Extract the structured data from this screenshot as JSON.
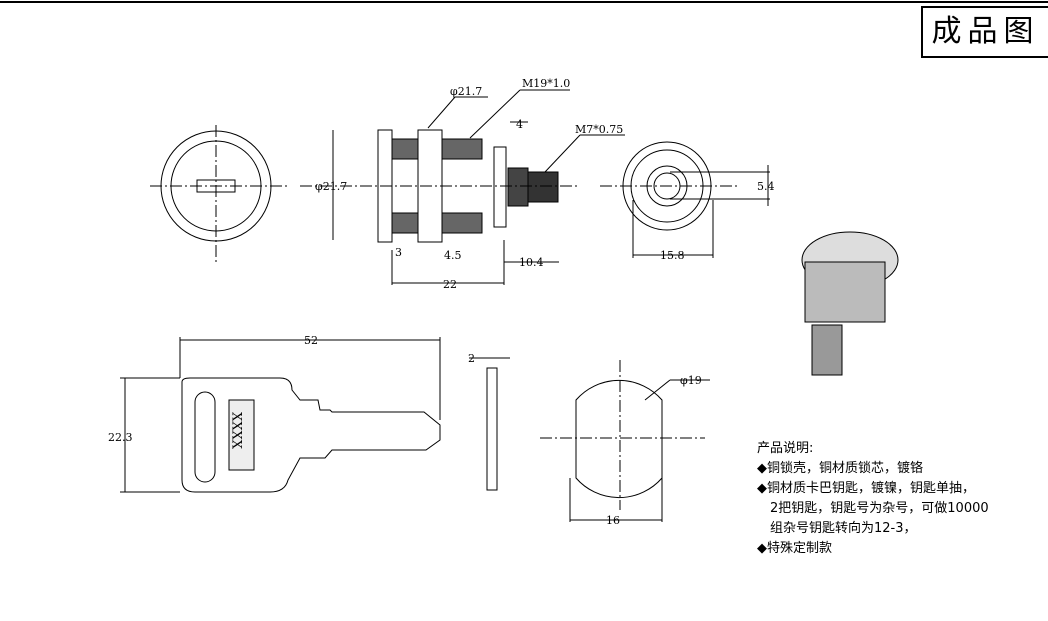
{
  "title": "成品图",
  "dims": {
    "front_dia": "φ21.7",
    "flange_dia": "φ21.7",
    "thread": "M19*1.0",
    "shaft_thread": "M7*0.75",
    "d4": "4",
    "d3": "3",
    "d4_5": "4.5",
    "d22": "22",
    "d10_4": "10.4",
    "d5_4": "5.4",
    "d15_8": "15.8",
    "key_len": "52",
    "key_h": "22.3",
    "key_t": "2",
    "cam_dia": "φ19",
    "cam_w": "16"
  },
  "key_label": "XXXX",
  "description": {
    "heading": "产品说明:",
    "lines": [
      "◆铜锁壳，铜材质锁芯，镀铬",
      "◆铜材质卡巴钥匙，镀镍，钥匙单抽，",
      "2把钥匙，钥匙号为杂号，可做10000",
      "组杂号钥匙转向为12-3，",
      "◆特殊定制款"
    ]
  }
}
